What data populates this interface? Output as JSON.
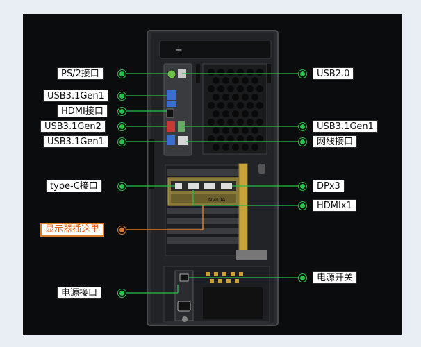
{
  "labels": {
    "ps2": "PS/2接口",
    "usb31gen1_a": "USB3.1Gen1",
    "hdmi": "HDMI接口",
    "usb31gen2": "USB3.1Gen2",
    "usb31gen1_b": "USB3.1Gen1",
    "typec": "type-C接口",
    "display_here": "显示器插这里",
    "power_socket": "电源接口",
    "usb20": "USB2.0",
    "usb31gen1_right": "USB3.1Gen1",
    "lan": "网线接口",
    "dp": "DPx3",
    "hdmi_gpu": "HDMIx1",
    "power_switch": "电源开关"
  },
  "colors": {
    "connector_green": "#26c24a",
    "highlight_orange": "#e07b25",
    "panel_background": "#0b0c0e"
  }
}
